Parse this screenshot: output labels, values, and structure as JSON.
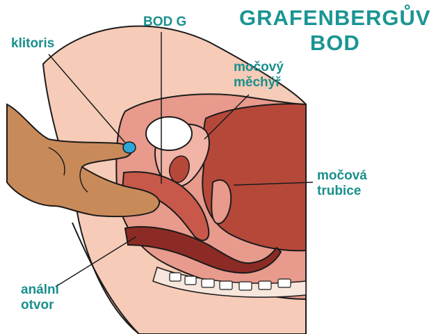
{
  "title": {
    "line1": "GRAFENBERGŮV",
    "line2": "BOD"
  },
  "labels": {
    "klitoris": "klitoris",
    "bod_g": "BOD G",
    "mocovy_mechyr": {
      "line1": "močový",
      "line2": "měchýř"
    },
    "mocova_trubice": {
      "line1": "močová",
      "line2": "trubice"
    },
    "analni_otvor": {
      "line1": "anální",
      "line2": "otvor"
    }
  },
  "colors": {
    "label_teal": "#1a8f8c",
    "skin": "#f6cbb7",
    "outline": "#1b1b1b",
    "tissue_pink": "#e89a8c",
    "tissue_dark": "#b6483a",
    "tissue_deep": "#8c2b25",
    "hand": "#c98a5a",
    "clitoris_blue": "#2ea6d8"
  }
}
